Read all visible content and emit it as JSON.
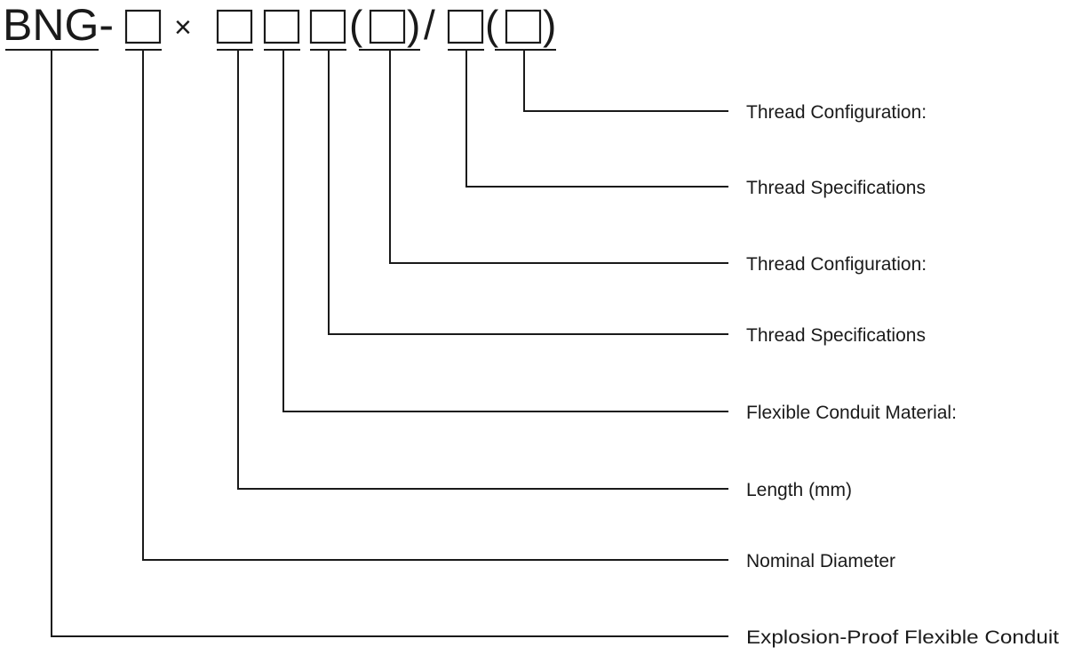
{
  "code": {
    "prefix": "BNG-",
    "times": "×",
    "open_paren": "(",
    "close_paren": ")",
    "slash": "/"
  },
  "labels": [
    "Thread Configuration:",
    "Thread Specifications",
    "Thread Configuration:",
    "Thread Specifications",
    "Flexible Conduit Material:",
    "Length (mm)",
    "Nominal Diameter",
    "Explosion-Proof Flexible Conduit"
  ],
  "colors": {
    "ink": "#1a1a1a",
    "background": "#ffffff"
  }
}
